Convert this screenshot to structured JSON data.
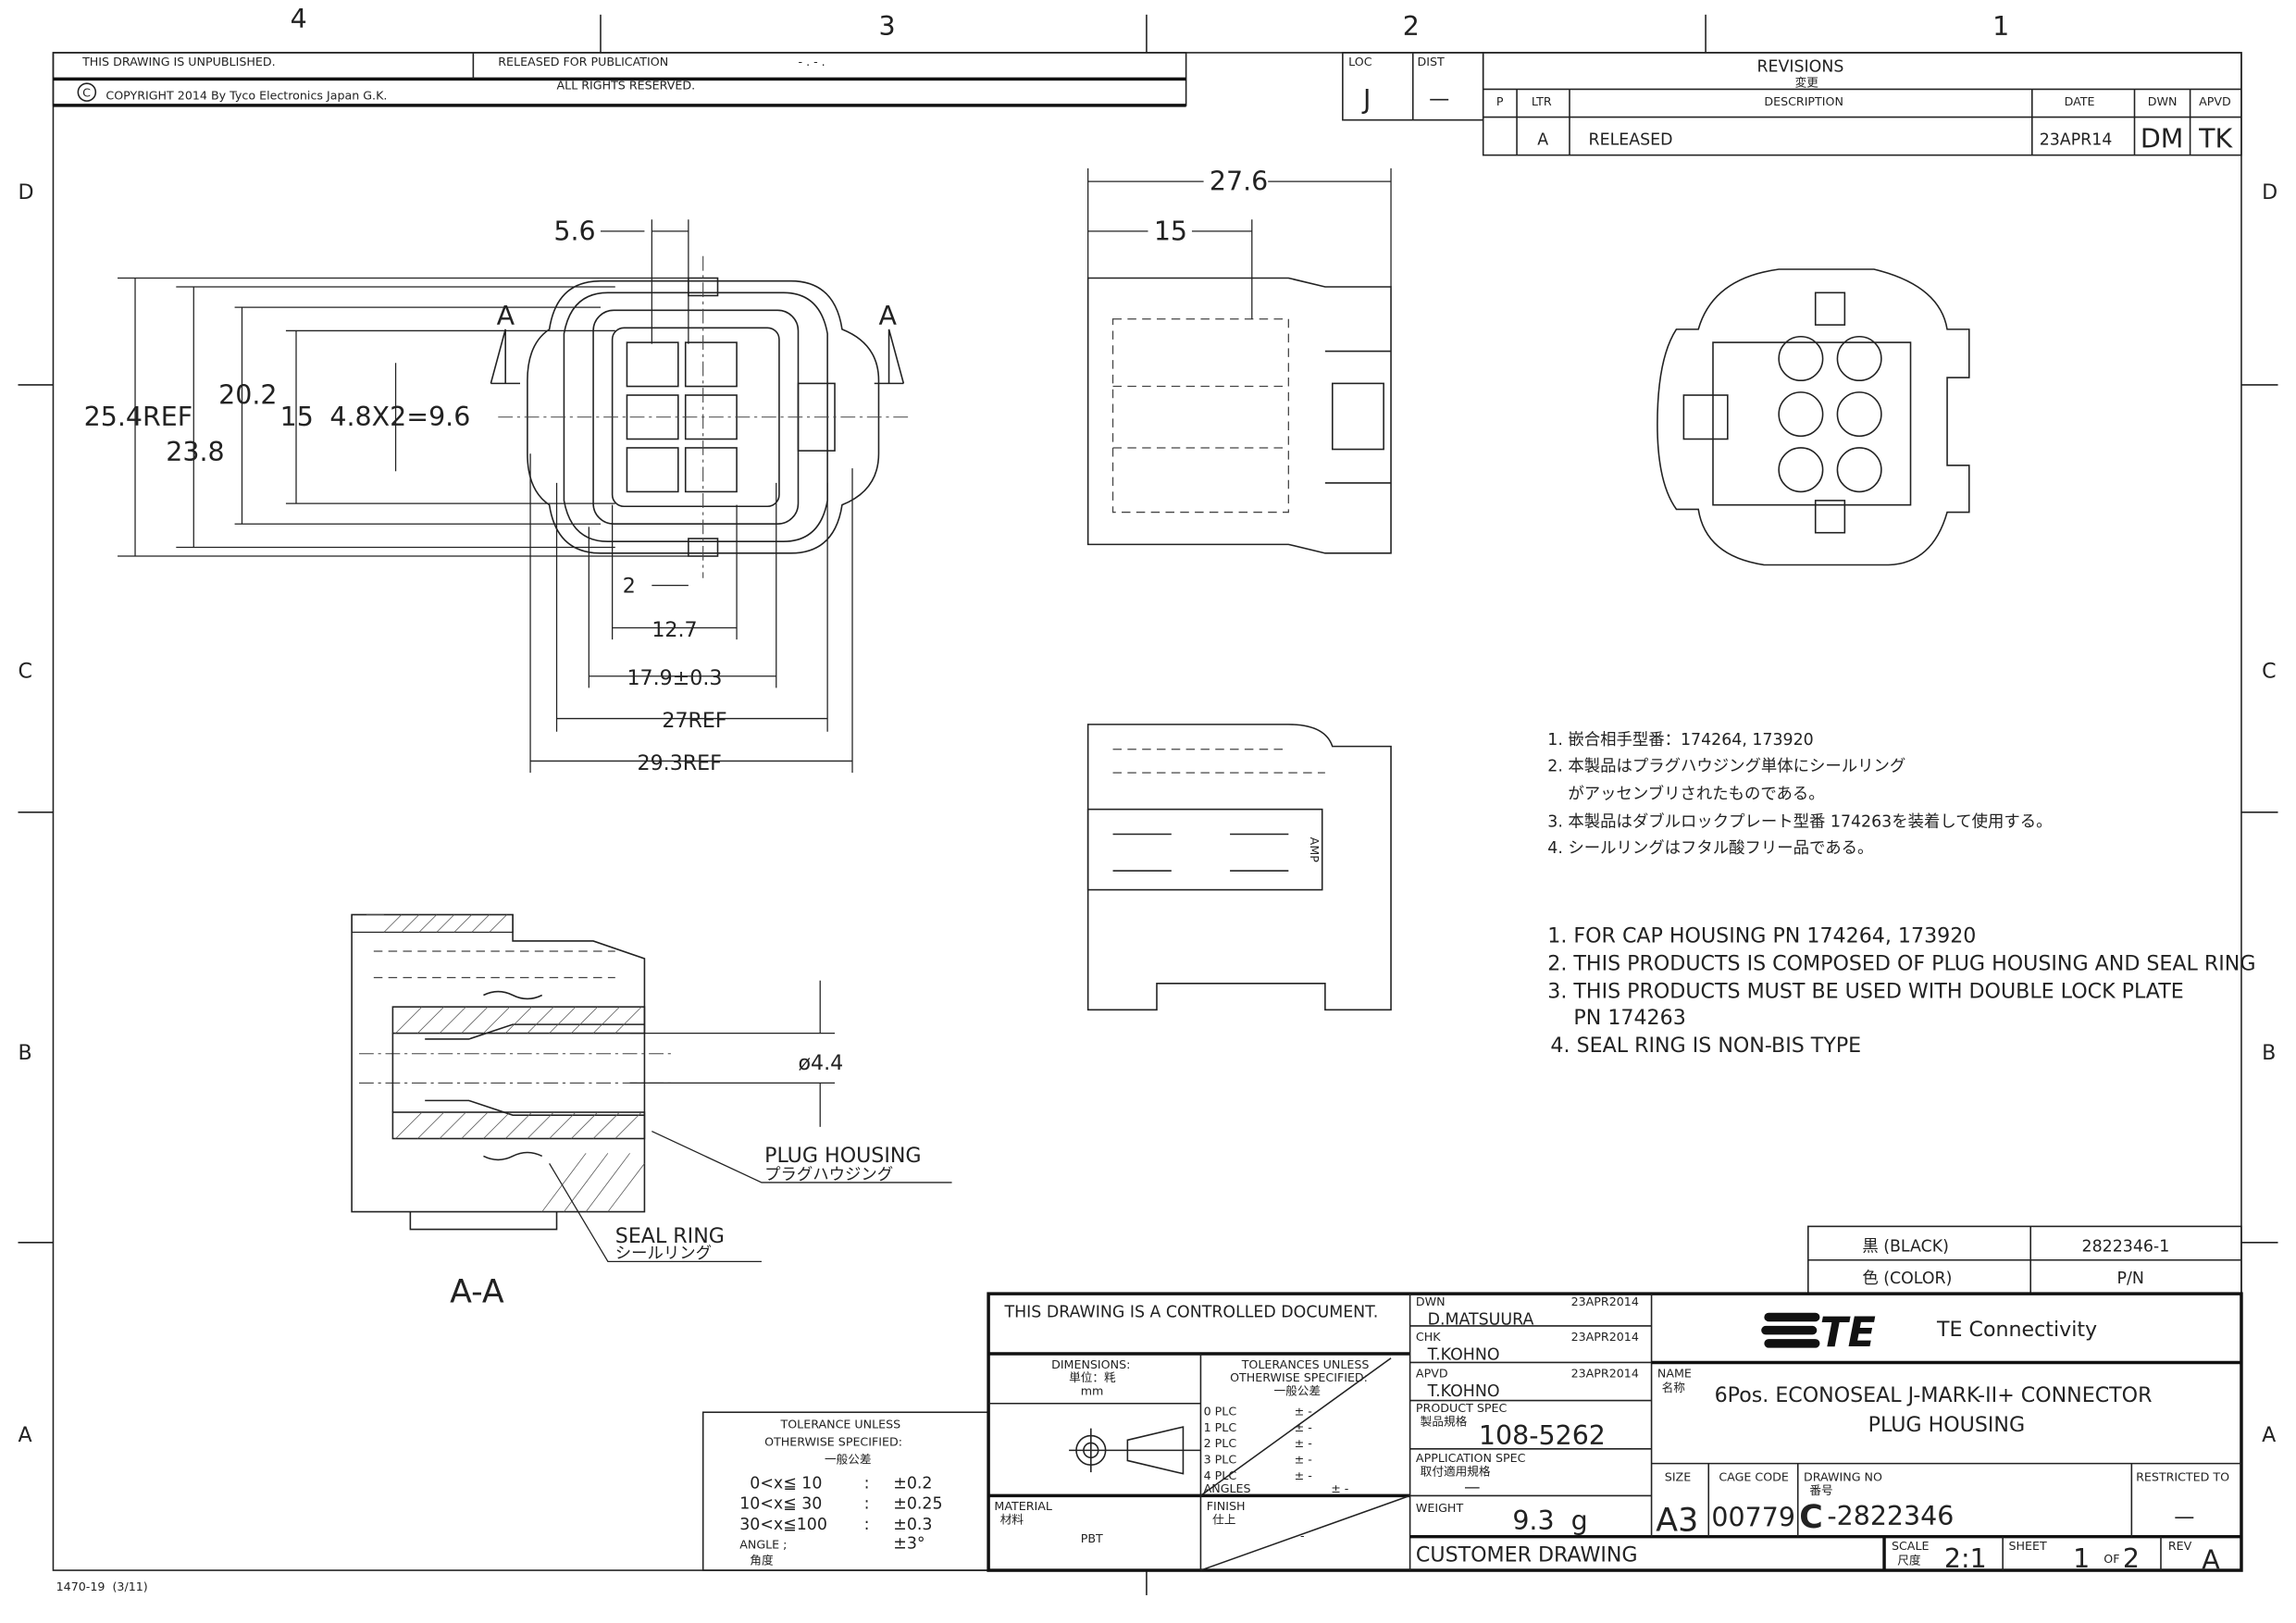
{
  "zones": {
    "columns": [
      "4",
      "3",
      "2",
      "1"
    ],
    "rows": [
      "D",
      "C",
      "B",
      "A"
    ]
  },
  "header": {
    "unpublished": "THIS DRAWING IS UNPUBLISHED.",
    "released_for_publication": "RELEASED FOR PUBLICATION",
    "release_date": "- . -   .",
    "copyright_symbol": "C",
    "copyright": "COPYRIGHT 2014  By Tyco Electronics Japan G.K.",
    "rights": "ALL RIGHTS RESERVED."
  },
  "loc_dist": {
    "loc_label": "LOC",
    "loc_value": "J",
    "dist_label": "DIST",
    "dist_value": "—"
  },
  "revisions": {
    "title": "REVISIONS",
    "title_jp": "変更",
    "columns": [
      "P",
      "LTR",
      "DESCRIPTION",
      "DATE",
      "DWN",
      "APVD"
    ],
    "rows": [
      {
        "p": "",
        "ltr": "A",
        "description": "RELEASED",
        "date": "23APR14",
        "dwn": "DM",
        "apvd": "TK"
      }
    ]
  },
  "dimensions": {
    "d_5_6": "5.6",
    "d_25_4": "25.4REF",
    "d_23_8": "23.8",
    "d_20_2": "20.2",
    "d_15": "15",
    "d_9_6": "4.8X2=9.6",
    "d_2": "2",
    "d_12_7": "12.7",
    "d_17_9": "17.9±0.3",
    "d_27": "27REF",
    "d_29_3": "29.3REF",
    "d_27_6": "27.6",
    "d_15b": "15",
    "d_phi": "ø4.4",
    "section_mark": "A",
    "section_title": "A-A",
    "amp_mark": "AMP"
  },
  "callouts": {
    "plug_housing": "PLUG HOUSING",
    "plug_housing_jp": "プラグハウジング",
    "seal_ring": "SEAL RING",
    "seal_ring_jp": "シールリング"
  },
  "notes_jp": [
    "1. 嵌合相手型番：174264, 173920",
    "2. 本製品はプラグハウジング単体にシールリング",
    "    がアッセンブリされたものである。",
    "3. 本製品はダブルロックプレート型番  174263を装着して使用する。",
    "4. シールリングはフタル酸フリー品である。"
  ],
  "notes_en": [
    "1. FOR CAP HOUSING PN 174264, 173920",
    "2. THIS PRODUCTS IS COMPOSED OF PLUG HOUSING AND SEAL RING",
    "3. THIS PRODUCTS MUST BE USED WITH DOUBLE LOCK PLATE",
    "    PN 174263",
    "4. SEAL RING IS NON-BIS TYPE"
  ],
  "general_tolerance": {
    "title1": "TOLERANCE UNLESS",
    "title2": "OTHERWISE SPECIFIED:",
    "title_jp": "一般公差",
    "rows": [
      {
        "range": "0<x≦  10",
        "sep": ":",
        "tol": "±0.2"
      },
      {
        "range": "10<x≦  30",
        "sep": ":",
        "tol": "±0.25"
      },
      {
        "range": "30<x≦100",
        "sep": ":",
        "tol": "±0.3"
      }
    ],
    "angle": "ANGLE  ;",
    "angle_tol": "±3°",
    "angle_jp": "角度"
  },
  "color_pn": {
    "color_value": "黒 (BLACK)",
    "pn_value": "2822346-1",
    "color_label": "色 (COLOR)",
    "pn_label": "P/N"
  },
  "title_block": {
    "controlled": "THIS DRAWING IS A CONTROLLED DOCUMENT.",
    "dimensions_label": "DIMENSIONS:",
    "dimensions_jp": "単位：粍",
    "dimensions_unit": "mm",
    "tol_label1": "TOLERANCES UNLESS",
    "tol_label2": "OTHERWISE SPECIFIED:",
    "tol_jp": "一般公差",
    "plc": [
      "0 PLC",
      "1 PLC",
      "2 PLC",
      "3 PLC",
      "4 PLC"
    ],
    "plc_tol": "± -",
    "angles": "ANGLES",
    "angles_tol": "± -",
    "material_label": "MATERIAL",
    "material_jp": "材料",
    "material": "PBT",
    "finish_label": "FINISH",
    "finish_jp": "仕上",
    "finish": "-",
    "dwn_label": "DWN",
    "dwn_date": "23APR2014",
    "dwn_name": "D.MATSUURA",
    "chk_label": "CHK",
    "chk_date": "23APR2014",
    "chk_name": "T.KOHNO",
    "apvd_label": "APVD",
    "apvd_date": "23APR2014",
    "apvd_name": "T.KOHNO",
    "product_spec_label": "PRODUCT SPEC",
    "product_spec_jp": "製品規格",
    "product_spec": "108-5262",
    "app_spec_label": "APPLICATION SPEC",
    "app_spec_jp": "取付適用規格",
    "app_spec": "—",
    "weight_label": "WEIGHT",
    "weight": "9.3  g",
    "company": "TE Connectivity",
    "logo_text": "TE",
    "name_label": "NAME",
    "name_jp": "名称",
    "name_line1": "6Pos. ECONOSEAL J-MARK-II+ CONNECTOR",
    "name_line2": "PLUG HOUSING",
    "size_label": "SIZE",
    "size": "A3",
    "cage_label": "CAGE CODE",
    "cage": "00779",
    "dwg_label": "DRAWING NO",
    "dwg_jp": "番号",
    "dwg_prefix": "C",
    "dwg_no": "-2822346",
    "restricted_label": "RESTRICTED TO",
    "restricted": "—",
    "customer": "CUSTOMER DRAWING",
    "scale_label": "SCALE",
    "scale_jp": "尺度",
    "scale": "2:1",
    "sheet_label": "SHEET",
    "sheet": "1",
    "sheet_of": "OF",
    "sheet_total": "2",
    "rev_label": "REV",
    "rev": "A"
  },
  "form_no": "1470-19  (3/11)"
}
